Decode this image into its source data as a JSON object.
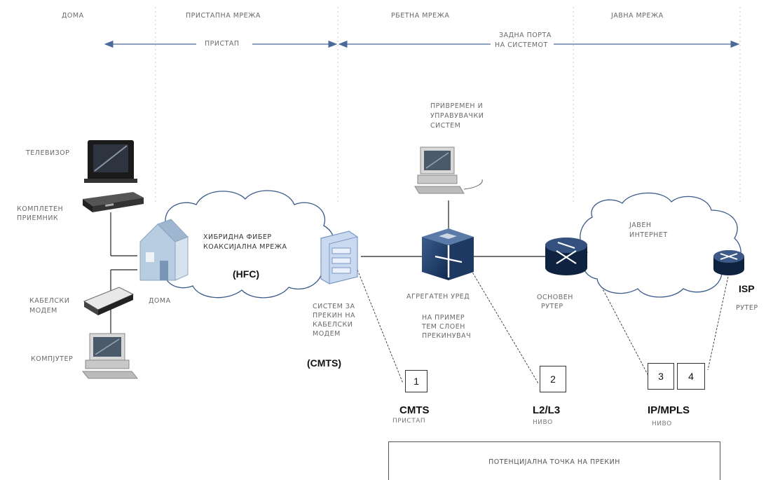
{
  "zones": {
    "home": "ДОМА",
    "access_network": "ПРИСТАПНА МРЕЖА",
    "backbone_network": "РБЕТНА МРЕЖА",
    "public_network": "ЈАВНА МРЕЖА"
  },
  "arrows": {
    "access": "ПРИСТАП",
    "backend_line1": "ЗАДНА ПОРТА",
    "backend_line2": "НА СИСТЕМОТ"
  },
  "devices": {
    "tv": "ТЕЛЕВИЗОР",
    "settop_line1": "КОМПЛЕТЕН",
    "settop_line2": "ПРИЕМНИК",
    "modem_line1": "КАБЕЛСКИ",
    "modem_line2": "МОДЕМ",
    "computer": "КОМПЈУТЕР",
    "house": "ДОМА",
    "mgmt_line1": "ПРИВРЕМЕН И",
    "mgmt_line2": "УПРАВУВАЧКИ",
    "mgmt_line3": "СИСТЕМ",
    "hfc_line1": "ХИБРИДНА ФИБЕР",
    "hfc_line2": "КОАКСИЈАЛНА МРЕЖА",
    "hfc_abbr": "(HFC)",
    "cmts_line1": "СИСТЕМ ЗА",
    "cmts_line2": "ПРЕКИН НА",
    "cmts_line3": "КАБЕЛСКИ",
    "cmts_line4": "МОДЕМ",
    "cmts_abbr": "(CMTS)",
    "aggregator": "АГРЕГАТЕН УРЕД",
    "agg_ex_line1": "НА ПРИМЕР",
    "agg_ex_line2": "ТЕМ СЛОЕН",
    "agg_ex_line3": "ПРЕКИНУВАЧ",
    "core_line1": "ОСНОВЕН",
    "core_line2": "РУТЕР",
    "internet_line1": "ЈАВЕН",
    "internet_line2": "ИНТЕРНЕТ",
    "isp": "ISP",
    "isp_router": "РУТЕР"
  },
  "points": [
    {
      "num": "1",
      "title": "CMTS",
      "sub": "ПРИСТАП"
    },
    {
      "num": "2",
      "title": "L2/L3",
      "sub": "НИВО"
    },
    {
      "num": "3",
      "title": "",
      "sub": ""
    },
    {
      "num": "4",
      "title": "IP/MPLS",
      "sub": "НИВО"
    }
  ],
  "legend": "ПОТЕНЦИЈАЛНА ТОЧКА НА ПРЕКИН"
}
